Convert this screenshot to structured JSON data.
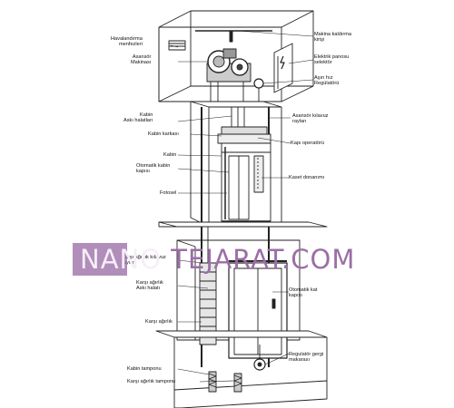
{
  "figure": {
    "labels": {
      "havalandirma": "Havalandırma\nmenfezleri",
      "makina_kaldirma": "Makina kaldırma\nkirişi",
      "asansor_makinasi": "Asansör\nMakinası",
      "elektrik_panosu": "Elektrik panosu\nselektör",
      "asiri_hiz": "Aşırı hız\nRegülatörü",
      "kabin_aski": "Kabin\nAskı halatları",
      "asansor_kilavuz": "Asansör kılavuz\nrayları",
      "kabin_karkasi": "Kabin karkası",
      "kapi_operatoru": "Kapı operatörü",
      "kabin": "Kabin",
      "otomatik_kabin": "Otomatik kabin\nkapısı",
      "kaset_donanimi": "Kaset donanımı",
      "fotosel": "Fotosel",
      "karsi_agirlik_kilavuz": "Karşı ağırlık kılavuz\nrayları",
      "karsi_agirlik_aski": "Karşı ağırlık\nAskı halatı",
      "otomatik_kat": "Otomatik kat\nkapısı",
      "karsi_agirlik": "Karşı ağırlık",
      "regulator_gergi": "Regulatör gergi\nmakarası",
      "kabin_tamponu": "Kabin tamponu",
      "karsi_agirlik_tamponu": "Karşı ağırlık tamponu"
    },
    "watermark": {
      "part1": "NANO",
      "part2": "TEJARAT.COM",
      "color": "#9b6ea6"
    }
  }
}
